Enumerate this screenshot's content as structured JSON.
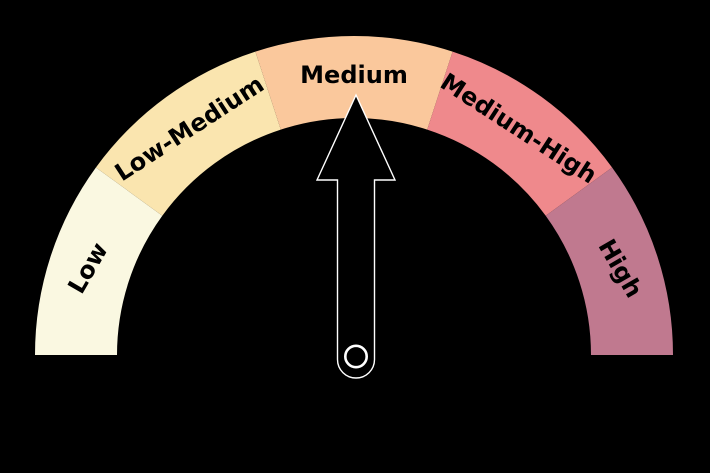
{
  "page": {
    "background": "#000000"
  },
  "chart_data": {
    "type": "gauge",
    "orientation": "semicircle-top",
    "title": "",
    "categories": [
      "Low",
      "Low-Medium",
      "Medium",
      "Medium-High",
      "High"
    ],
    "segments": [
      {
        "label": "Low",
        "color": "#FAF8E1",
        "start_deg": 180,
        "end_deg": 144
      },
      {
        "label": "Low-Medium",
        "color": "#FAE5AF",
        "start_deg": 144,
        "end_deg": 108
      },
      {
        "label": "Medium",
        "color": "#FAC89C",
        "start_deg": 108,
        "end_deg": 72
      },
      {
        "label": "Medium-High",
        "color": "#EF898C",
        "start_deg": 72,
        "end_deg": 36
      },
      {
        "label": "High",
        "color": "#C0798F",
        "start_deg": 36,
        "end_deg": 0
      }
    ],
    "needle": {
      "points_to": "Medium",
      "angle_deg": 90,
      "fill": "#000000",
      "outline": "#FFFFFF"
    },
    "label_color": "#000000",
    "legend": "none",
    "axis": "none"
  }
}
